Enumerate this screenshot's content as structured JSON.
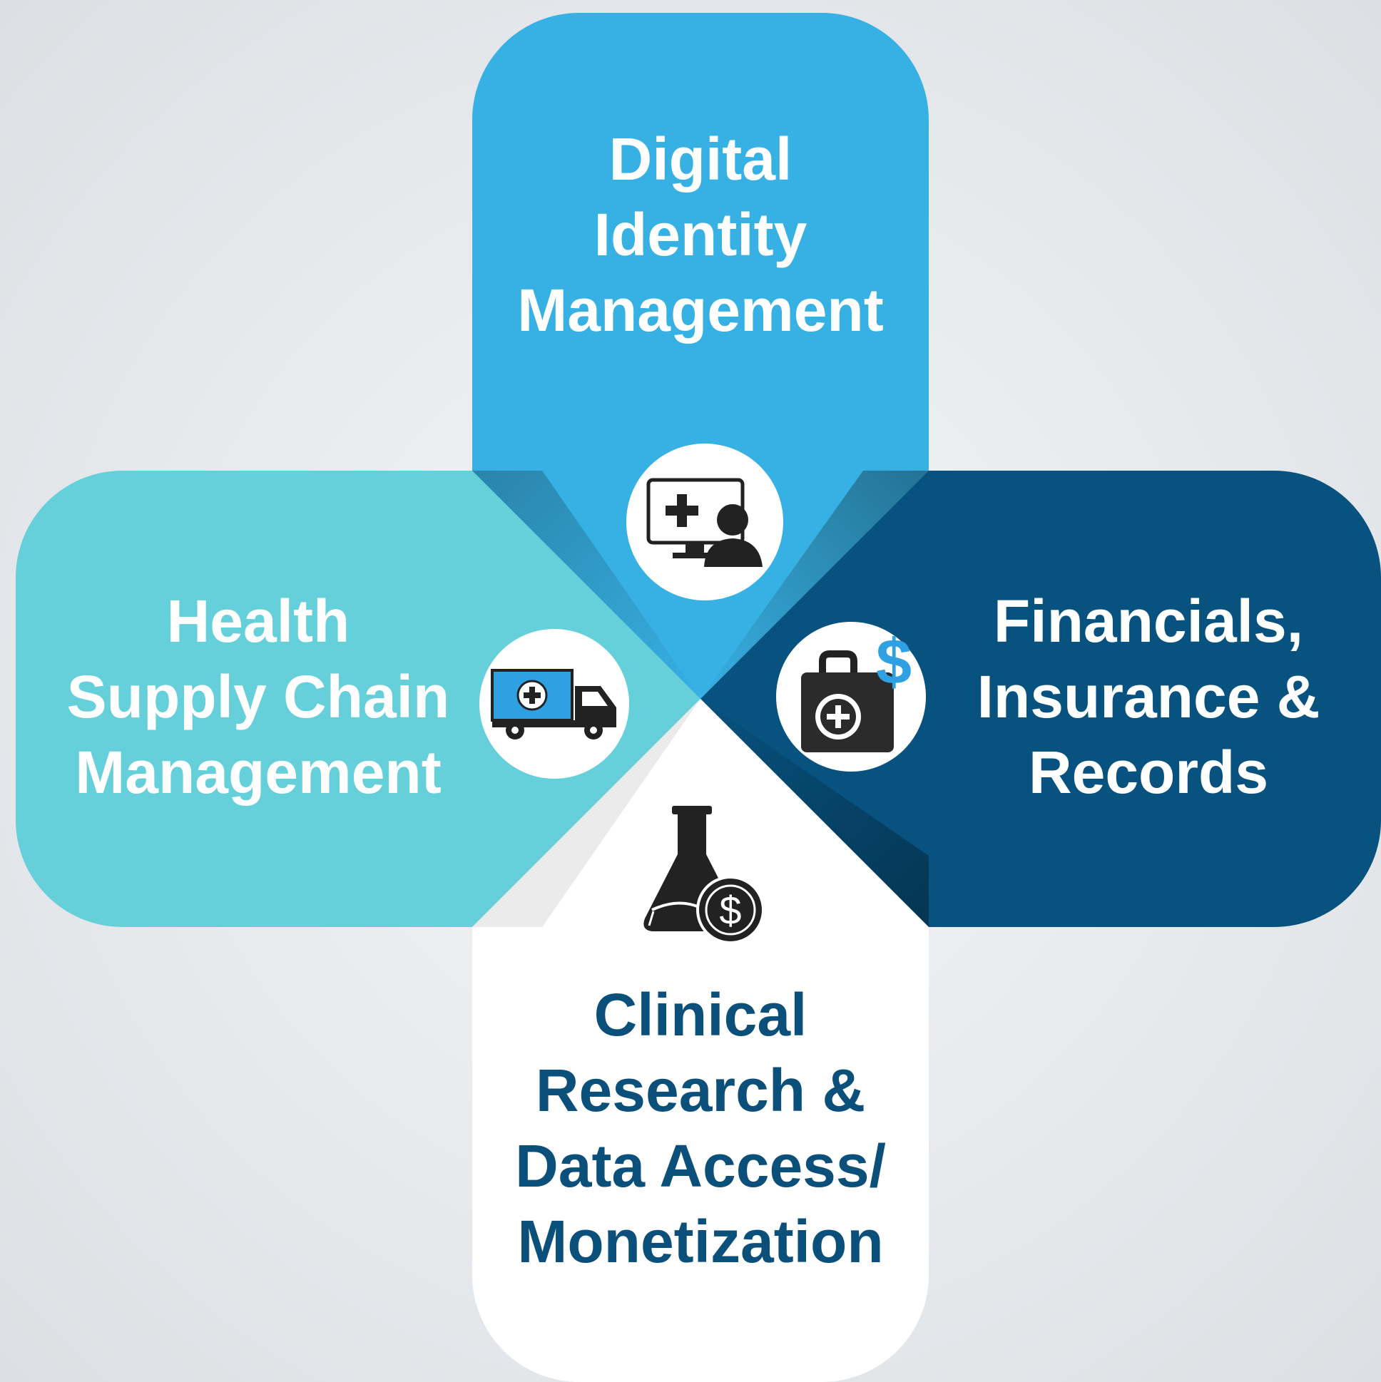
{
  "segments": {
    "top": {
      "lines": [
        "Digital",
        "Identity",
        "Management"
      ],
      "icon": "monitor-medical-person-icon",
      "color": "#37b0e3"
    },
    "left": {
      "lines": [
        "Health",
        "Supply Chain",
        "Management"
      ],
      "icon": "medical-truck-icon",
      "color": "#65cfda"
    },
    "right": {
      "lines": [
        "Financials,",
        "Insurance &",
        "Records"
      ],
      "icon": "medical-bag-dollar-icon",
      "color": "#07527f"
    },
    "bottom": {
      "lines": [
        "Clinical",
        "Research &",
        "Data Access/",
        "Monetization"
      ],
      "icon": "flask-dollar-icon",
      "color": "#ffffff",
      "text_color": "#0b4f7b"
    }
  },
  "icon_symbols": {
    "bag_dollar": "$",
    "flask_dollar": "$"
  }
}
